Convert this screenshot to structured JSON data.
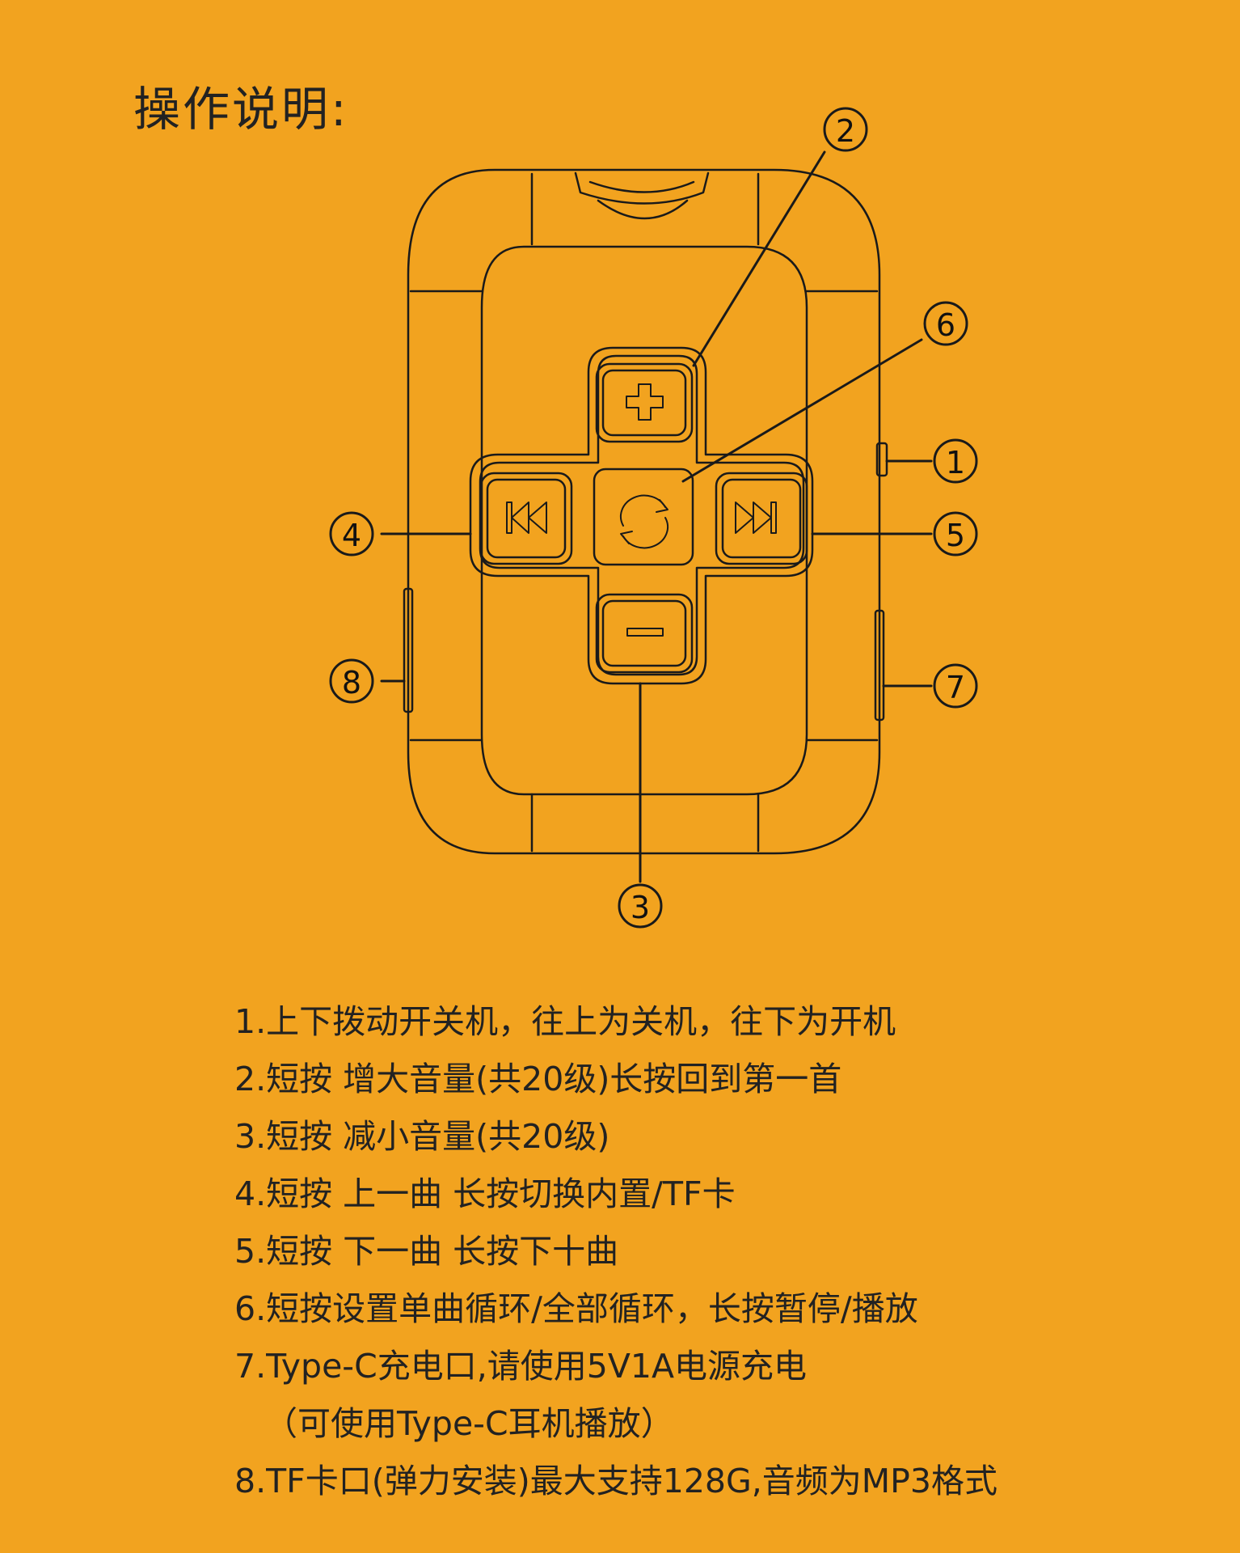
{
  "title": "操作说明:",
  "colors": {
    "background": "#F2A31F",
    "line": "#1a1a1a"
  },
  "callouts": [
    {
      "id": "1",
      "label": "1",
      "target": "power-switch"
    },
    {
      "id": "2",
      "label": "2",
      "target": "volume-up-button"
    },
    {
      "id": "3",
      "label": "3",
      "target": "volume-down-button"
    },
    {
      "id": "4",
      "label": "4",
      "target": "previous-button"
    },
    {
      "id": "5",
      "label": "5",
      "target": "next-button"
    },
    {
      "id": "6",
      "label": "6",
      "target": "loop-button"
    },
    {
      "id": "7",
      "label": "7",
      "target": "type-c-port"
    },
    {
      "id": "8",
      "label": "8",
      "target": "tf-card-slot"
    }
  ],
  "icons": {
    "volume_up": "plus-icon",
    "volume_down": "minus-icon",
    "previous": "skip-previous-icon",
    "next": "skip-next-icon",
    "loop": "repeat-icon"
  },
  "instructions": [
    "1.上下拨动开关机，往上为关机，往下为开机",
    "2.短按 增大音量(共20级)长按回到第一首",
    "3.短按 减小音量(共20级)",
    "4.短按 上一曲 长按切换内置/TF卡",
    "5.短按 下一曲 长按下十曲",
    "6.短按设置单曲循环/全部循环，长按暂停/播放",
    "7.Type-C充电口,请使用5V1A电源充电",
    "（可使用Type-C耳机播放）",
    "8.TF卡口(弹力安装)最大支持128G,音频为MP3格式"
  ]
}
